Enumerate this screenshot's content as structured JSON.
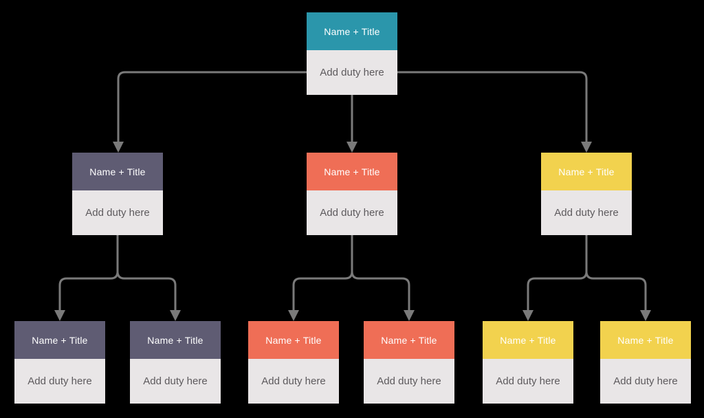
{
  "chart": {
    "background_color": "#000000",
    "connector_color": "#7a7a7a",
    "body_bg": "#e9e6e7",
    "body_text_color": "#5d5a5d",
    "header_text_color": "#ffffff",
    "palette": {
      "teal": "#2b96ab",
      "purple": "#5f5c73",
      "orange": "#ef6e56",
      "yellow": "#f2d24e"
    },
    "nodes": [
      {
        "id": "root",
        "level": 1,
        "title": "Name + Title",
        "duty": "Add duty here",
        "header_color": "#2b96ab"
      },
      {
        "id": "branch-1",
        "level": 2,
        "title": "Name + Title",
        "duty": "Add duty here",
        "header_color": "#5f5c73"
      },
      {
        "id": "branch-2",
        "level": 2,
        "title": "Name + Title",
        "duty": "Add duty here",
        "header_color": "#ef6e56"
      },
      {
        "id": "branch-3",
        "level": 2,
        "title": "Name + Title",
        "duty": "Add duty here",
        "header_color": "#f2d24e"
      },
      {
        "id": "leaf-1-1",
        "level": 3,
        "title": "Name + Title",
        "duty": "Add duty here",
        "header_color": "#5f5c73"
      },
      {
        "id": "leaf-1-2",
        "level": 3,
        "title": "Name + Title",
        "duty": "Add duty here",
        "header_color": "#5f5c73"
      },
      {
        "id": "leaf-2-1",
        "level": 3,
        "title": "Name + Title",
        "duty": "Add duty here",
        "header_color": "#ef6e56"
      },
      {
        "id": "leaf-2-2",
        "level": 3,
        "title": "Name + Title",
        "duty": "Add duty here",
        "header_color": "#ef6e56"
      },
      {
        "id": "leaf-3-1",
        "level": 3,
        "title": "Name + Title",
        "duty": "Add duty here",
        "header_color": "#f2d24e"
      },
      {
        "id": "leaf-3-2",
        "level": 3,
        "title": "Name + Title",
        "duty": "Add duty here",
        "header_color": "#f2d24e"
      }
    ]
  }
}
